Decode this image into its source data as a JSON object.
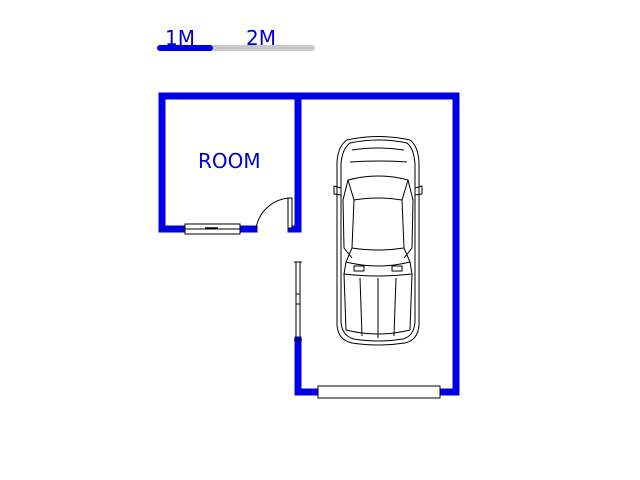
{
  "colors": {
    "wall": "#0000e6",
    "text": "#0000cc",
    "scale_done": "#0000e6",
    "scale_rest": "#c8c8c8",
    "line": "#000000",
    "background": "#ffffff"
  },
  "scale_bar": {
    "label_1": "1M",
    "label_2": "2M"
  },
  "rooms": [
    {
      "label": "ROOM"
    }
  ],
  "icons": [
    "door-swing-icon",
    "window-icon",
    "garage-door-icon",
    "car-top-view-icon"
  ]
}
